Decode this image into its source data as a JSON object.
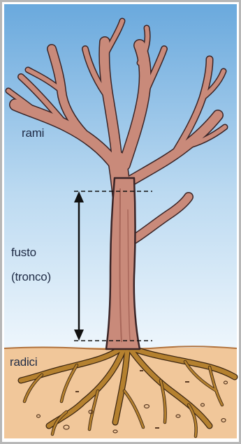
{
  "labels": {
    "branches": "rami",
    "trunk_line1": "fusto",
    "trunk_line2": "(tronco)",
    "roots": "radici"
  },
  "colors": {
    "sky_top": "#6aa9dd",
    "sky_bottom": "#e8f3fb",
    "soil": "#f1c79a",
    "soil_line": "#b0703a",
    "bark": "#c98a7a",
    "bark_outline": "#3a2426",
    "roots": "#b5812f",
    "frame": "#b7b7b7",
    "text": "#1f2b45"
  }
}
